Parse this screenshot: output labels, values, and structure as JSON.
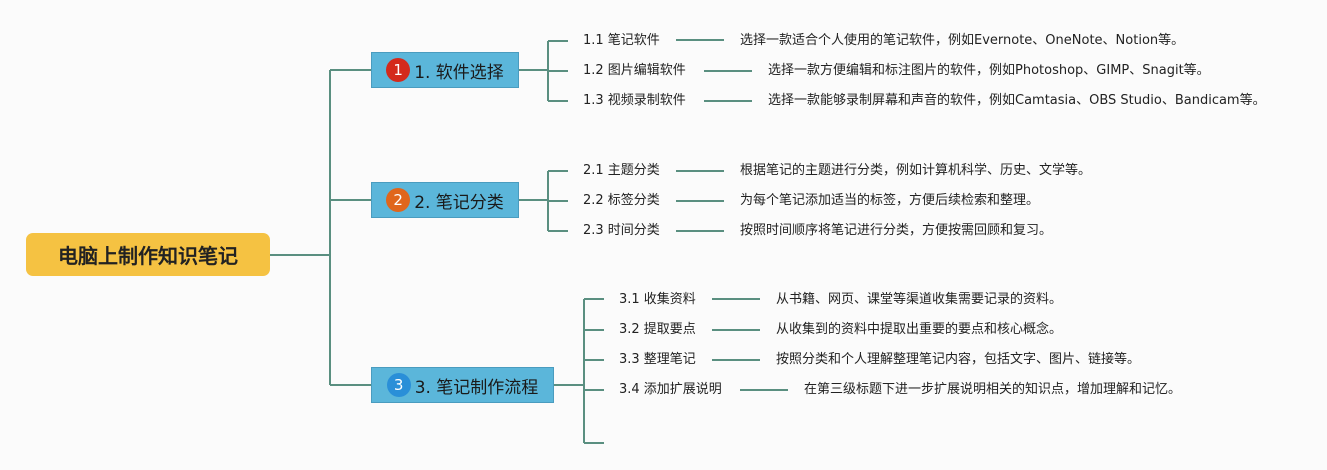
{
  "root": {
    "label": "电脑上制作知识笔记"
  },
  "branches": [
    {
      "number": "1",
      "label": "1. 软件选择",
      "badge_color": "#d42a1c",
      "items": [
        {
          "label": "1.1 笔记软件",
          "desc": "选择一款适合个人使用的笔记软件，例如Evernote、OneNote、Notion等。"
        },
        {
          "label": "1.2 图片编辑软件",
          "desc": "选择一款方便编辑和标注图片的软件，例如Photoshop、GIMP、Snagit等。"
        },
        {
          "label": "1.3 视频录制软件",
          "desc": "选择一款能够录制屏幕和声音的软件，例如Camtasia、OBS Studio、Bandicam等。"
        }
      ]
    },
    {
      "number": "2",
      "label": "2. 笔记分类",
      "badge_color": "#e0661c",
      "items": [
        {
          "label": "2.1 主题分类",
          "desc": "根据笔记的主题进行分类，例如计算机科学、历史、文学等。"
        },
        {
          "label": "2.2 标签分类",
          "desc": "为每个笔记添加适当的标签，方便后续检索和整理。"
        },
        {
          "label": "2.3 时间分类",
          "desc": "按照时间顺序将笔记进行分类，方便按需回顾和复习。"
        }
      ]
    },
    {
      "number": "3",
      "label": "3. 笔记制作流程",
      "badge_color": "#2a8fd8",
      "items": [
        {
          "label": "3.1 收集资料",
          "desc": "从书籍、网页、课堂等渠道收集需要记录的资料。"
        },
        {
          "label": "3.2 提取要点",
          "desc": "从收集到的资料中提取出重要的要点和核心概念。"
        },
        {
          "label": "3.3 整理笔记",
          "desc": "按照分类和个人理解整理笔记内容，包括文字、图片、链接等。"
        },
        {
          "label": "3.4 添加扩展说明",
          "desc": "在第三级标题下进一步扩展说明相关的知识点，增加理解和记忆。"
        }
      ]
    }
  ],
  "colors": {
    "line": "#5a8f80",
    "root": "#f5c242",
    "branch": "#5bb6da"
  }
}
